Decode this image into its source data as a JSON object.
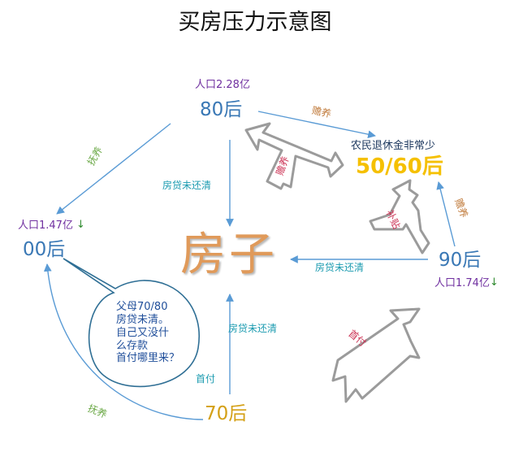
{
  "title": "买房压力示意图",
  "center": "房子",
  "gen80": {
    "label": "80后",
    "population": "人口2.28亿"
  },
  "gen00": {
    "label": "00后",
    "population": "人口1.47亿",
    "trend": "↓"
  },
  "gen90": {
    "label": "90后",
    "population": "人口1.74亿",
    "trend": "↓"
  },
  "gen70": {
    "label": "70后"
  },
  "retirees": {
    "note": "农民退休金非常少",
    "label": "50/60后"
  },
  "edges": {
    "mortgage_80": "房贷未还清",
    "mortgage_90": "房贷未还清",
    "mortgage_70": "房贷未还清",
    "support_80": "赡养",
    "support_90": "赡养",
    "foster_80": "抚养",
    "foster_70": "抚养",
    "down_payment_70": "首付"
  },
  "block_arrows": {
    "support_80": "赡养",
    "support_90": "补贴",
    "down_payment": "首付"
  },
  "bubble": {
    "lines": [
      "父母70/80",
      "房贷未清。",
      "自己又没什",
      "么存款",
      "首付哪里来？"
    ]
  },
  "colors": {
    "line_arrow": "#5a9bd5",
    "generation_text": "#3a78b5",
    "population_text": "#7030a0",
    "edge_label": "#1b9bb0",
    "support_label": "#c07a3a",
    "foster_label": "#6aa845",
    "pension_label": "#f5c000",
    "house_text": "#e09a5a",
    "trend_arrow": "#2f8a2f"
  }
}
